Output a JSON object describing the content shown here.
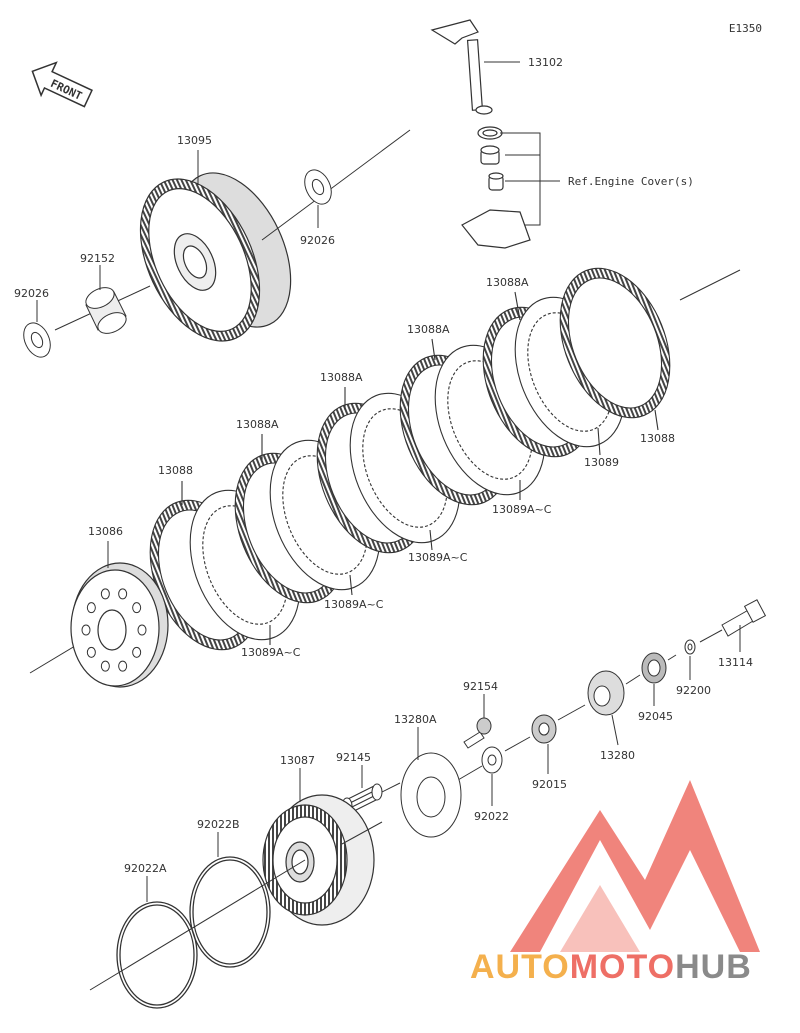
{
  "diagram_code": "E1350",
  "front_label": "FRONT",
  "ref_note": "Ref.Engine Cover(s)",
  "parts": {
    "p13102": "13102",
    "p13095": "13095",
    "p92026a": "92026",
    "p92152": "92152",
    "p92026b": "92026",
    "p13088A_1": "13088A",
    "p13088A_2": "13088A",
    "p13088A_3": "13088A",
    "p13088A_4": "13088A",
    "p13088_top": "13088",
    "p13088_left": "13088",
    "p13089": "13089",
    "p13089AC_1": "13089A~C",
    "p13089AC_2": "13089A~C",
    "p13089AC_3": "13089A~C",
    "p13089AC_4": "13089A~C",
    "p13086": "13086",
    "p13114": "13114",
    "p92200": "92200",
    "p92045": "92045",
    "p13280": "13280",
    "p92154": "92154",
    "p13280A": "13280A",
    "p92145": "92145",
    "p13087": "13087",
    "p92015": "92015",
    "p92022": "92022",
    "p92022B": "92022B",
    "p92022A": "92022A"
  },
  "watermark": {
    "part1": "AUTO",
    "part2": "MOTO",
    "part3": "HUB"
  },
  "colors": {
    "line": "#333333",
    "logo_fill": "#ee6f66",
    "logo_light": "#f7b7b0"
  }
}
